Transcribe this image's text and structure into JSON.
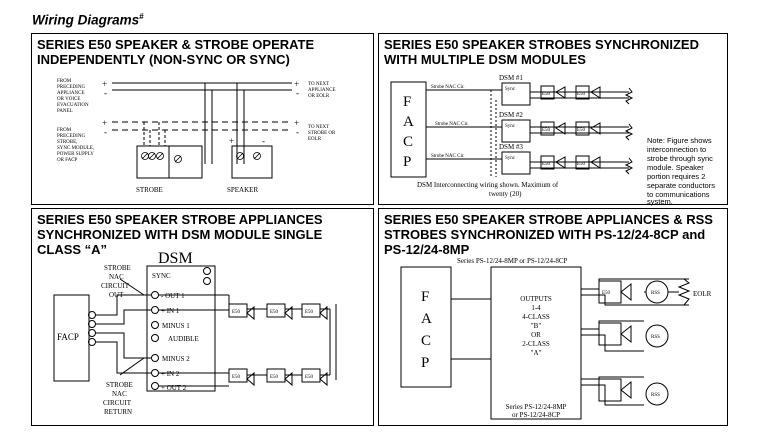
{
  "page_title": "Wiring Diagrams",
  "page_title_mark": "#",
  "p1": {
    "heading": "SERIES E50 SPEAKER & STROBE OPERATE\nINDEPENDENTLY (NON-SYNC OR SYNC)",
    "left_top": [
      "FROM",
      "PRECEDING",
      "APPLIANCE",
      "OR VOICE",
      "EVACUATION",
      "PANEL"
    ],
    "left_bottom": [
      "FROM",
      "PRECEDING",
      "STROBE,",
      "SYNC MODULE,",
      "POWER SUPPLY",
      "OR FACP"
    ],
    "right_top": [
      "TO NEXT",
      "APPLIANCE",
      "OR EOLR"
    ],
    "right_bottom": [
      "TO NEXT",
      "STROBE OR",
      "EOLR"
    ],
    "strobe": "STROBE",
    "speaker": "SPEAKER",
    "plus": "+",
    "minus": "-"
  },
  "p2": {
    "heading": "SERIES E50 SPEAKER STROBES SYNCHRONIZED\nWITH MULTIPLE DSM MODULES",
    "facp": [
      "F",
      "A",
      "C",
      "P"
    ],
    "dsm_labels": [
      "DSM #1",
      "DSM #2",
      "DSM #3"
    ],
    "strobe_nac": [
      "Strobe NAC Cir.",
      "Strobe NAC Cir.",
      "Strobe NAC Cir."
    ],
    "sync": "Sync",
    "e50": "E50",
    "note": [
      "Note: Figure shows",
      "interconnection to",
      "strobe through sync",
      "module. Speaker",
      "portion requires 2",
      "separate conductors",
      "to communications",
      "system."
    ],
    "caption": [
      "DSM Interconnecting wiring shown. Maximum of",
      "twenty (20)"
    ]
  },
  "p3": {
    "heading": "SERIES E50 SPEAKER STROBE APPLIANCES\nSYNCHRONIZED WITH DSM MODULE SINGLE\nCLASS “A”",
    "dsm": "DSM",
    "strobe_nac_out": [
      "STROBE",
      "NAC",
      "CIRCUIT",
      "OUT"
    ],
    "strobe_nac_return": [
      "STROBE",
      "NAC",
      "CIRCUIT",
      "RETURN"
    ],
    "facp": "FACP",
    "sync": "SYNC",
    "terminals": [
      "- OUT 1",
      "+ IN 1",
      "MINUS 1",
      "AUDIBLE",
      "MINUS 2",
      "+ IN 2",
      "+ OUT 2"
    ],
    "e50": "E50"
  },
  "p4": {
    "heading": "SERIES E50 SPEAKER STROBE APPLIANCES & RSS\nSTROBES SYNCHRONIZED WITH PS-12/24-8CP and\nPS-12/24-8MP",
    "series_top": "Series PS-12/24-8MP or PS-12/24-8CP",
    "facp": [
      "F",
      "A",
      "C",
      "P"
    ],
    "outputs": [
      "OUTPUTS",
      "1-4",
      "4-CLASS",
      "\"B\"",
      "OR",
      "2-CLASS",
      "\"A\""
    ],
    "series_bottom": [
      "Series PS-12/24-8MP",
      "or PS-12/24-8CP"
    ],
    "e50": "E50",
    "rss": "RSS",
    "eolr": "EOLR"
  }
}
